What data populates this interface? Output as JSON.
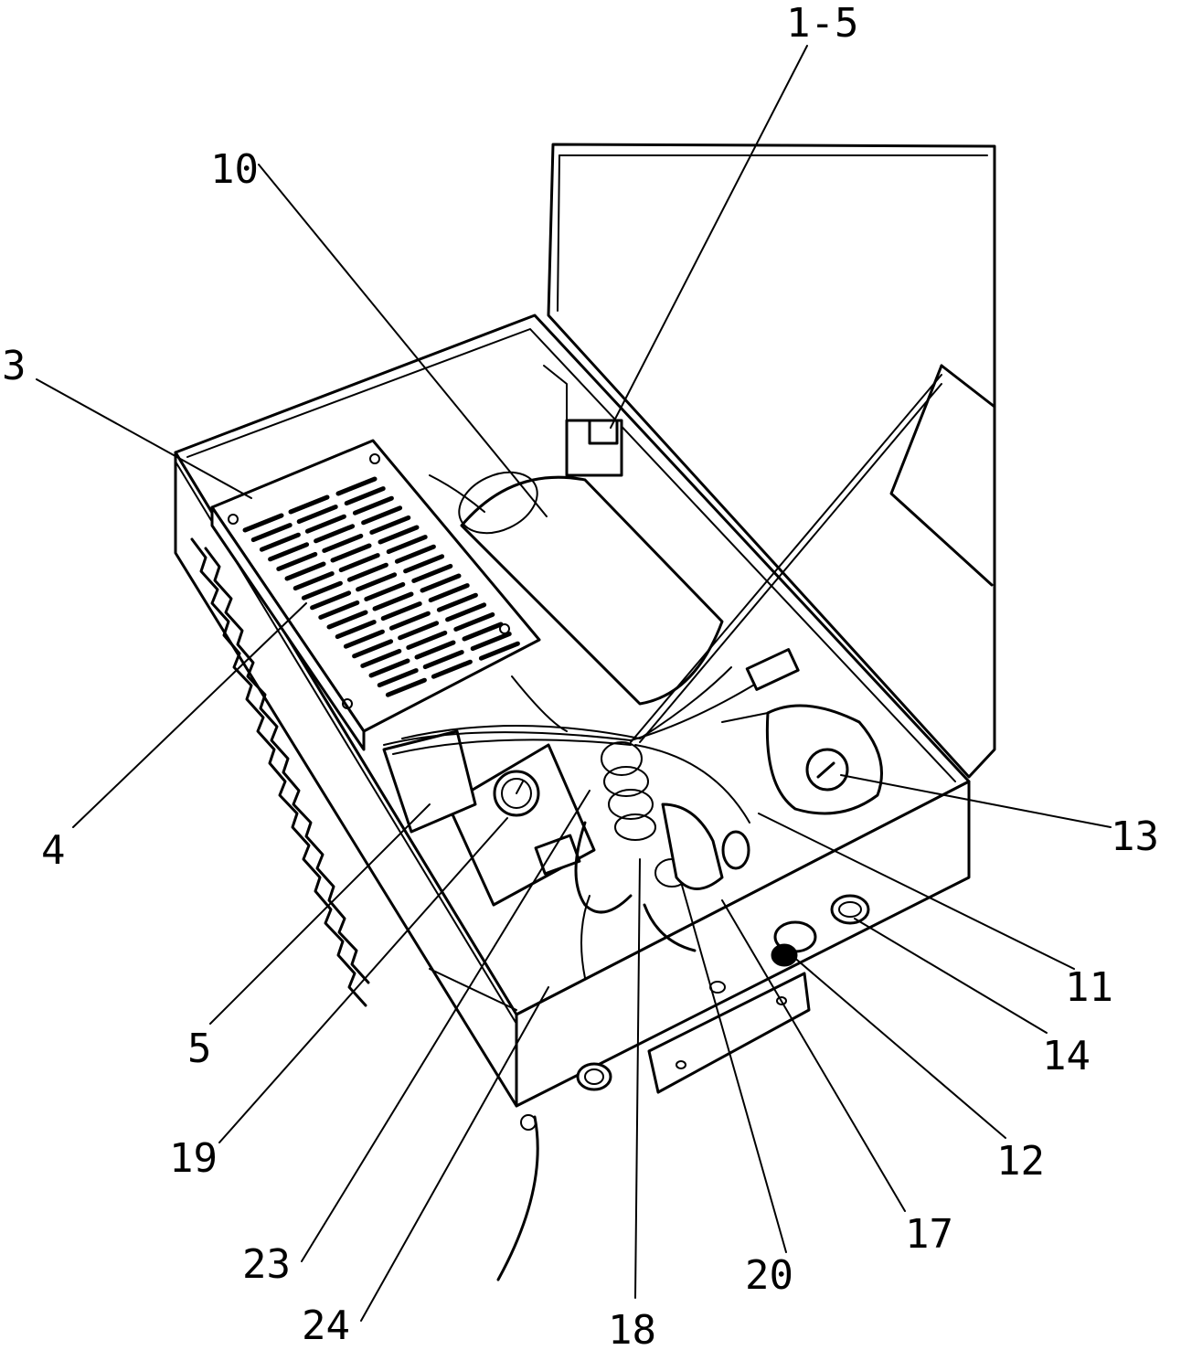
{
  "figure": {
    "callouts": [
      {
        "id": "1-5",
        "text": "1-5"
      },
      {
        "id": "10",
        "text": "10"
      },
      {
        "id": "3",
        "text": "3"
      },
      {
        "id": "4",
        "text": "4"
      },
      {
        "id": "5",
        "text": "5"
      },
      {
        "id": "19",
        "text": "19"
      },
      {
        "id": "23",
        "text": "23"
      },
      {
        "id": "24",
        "text": "24"
      },
      {
        "id": "18",
        "text": "18"
      },
      {
        "id": "20",
        "text": "20"
      },
      {
        "id": "17",
        "text": "17"
      },
      {
        "id": "12",
        "text": "12"
      },
      {
        "id": "14",
        "text": "14"
      },
      {
        "id": "11",
        "text": "11"
      },
      {
        "id": "13",
        "text": "13"
      }
    ]
  }
}
